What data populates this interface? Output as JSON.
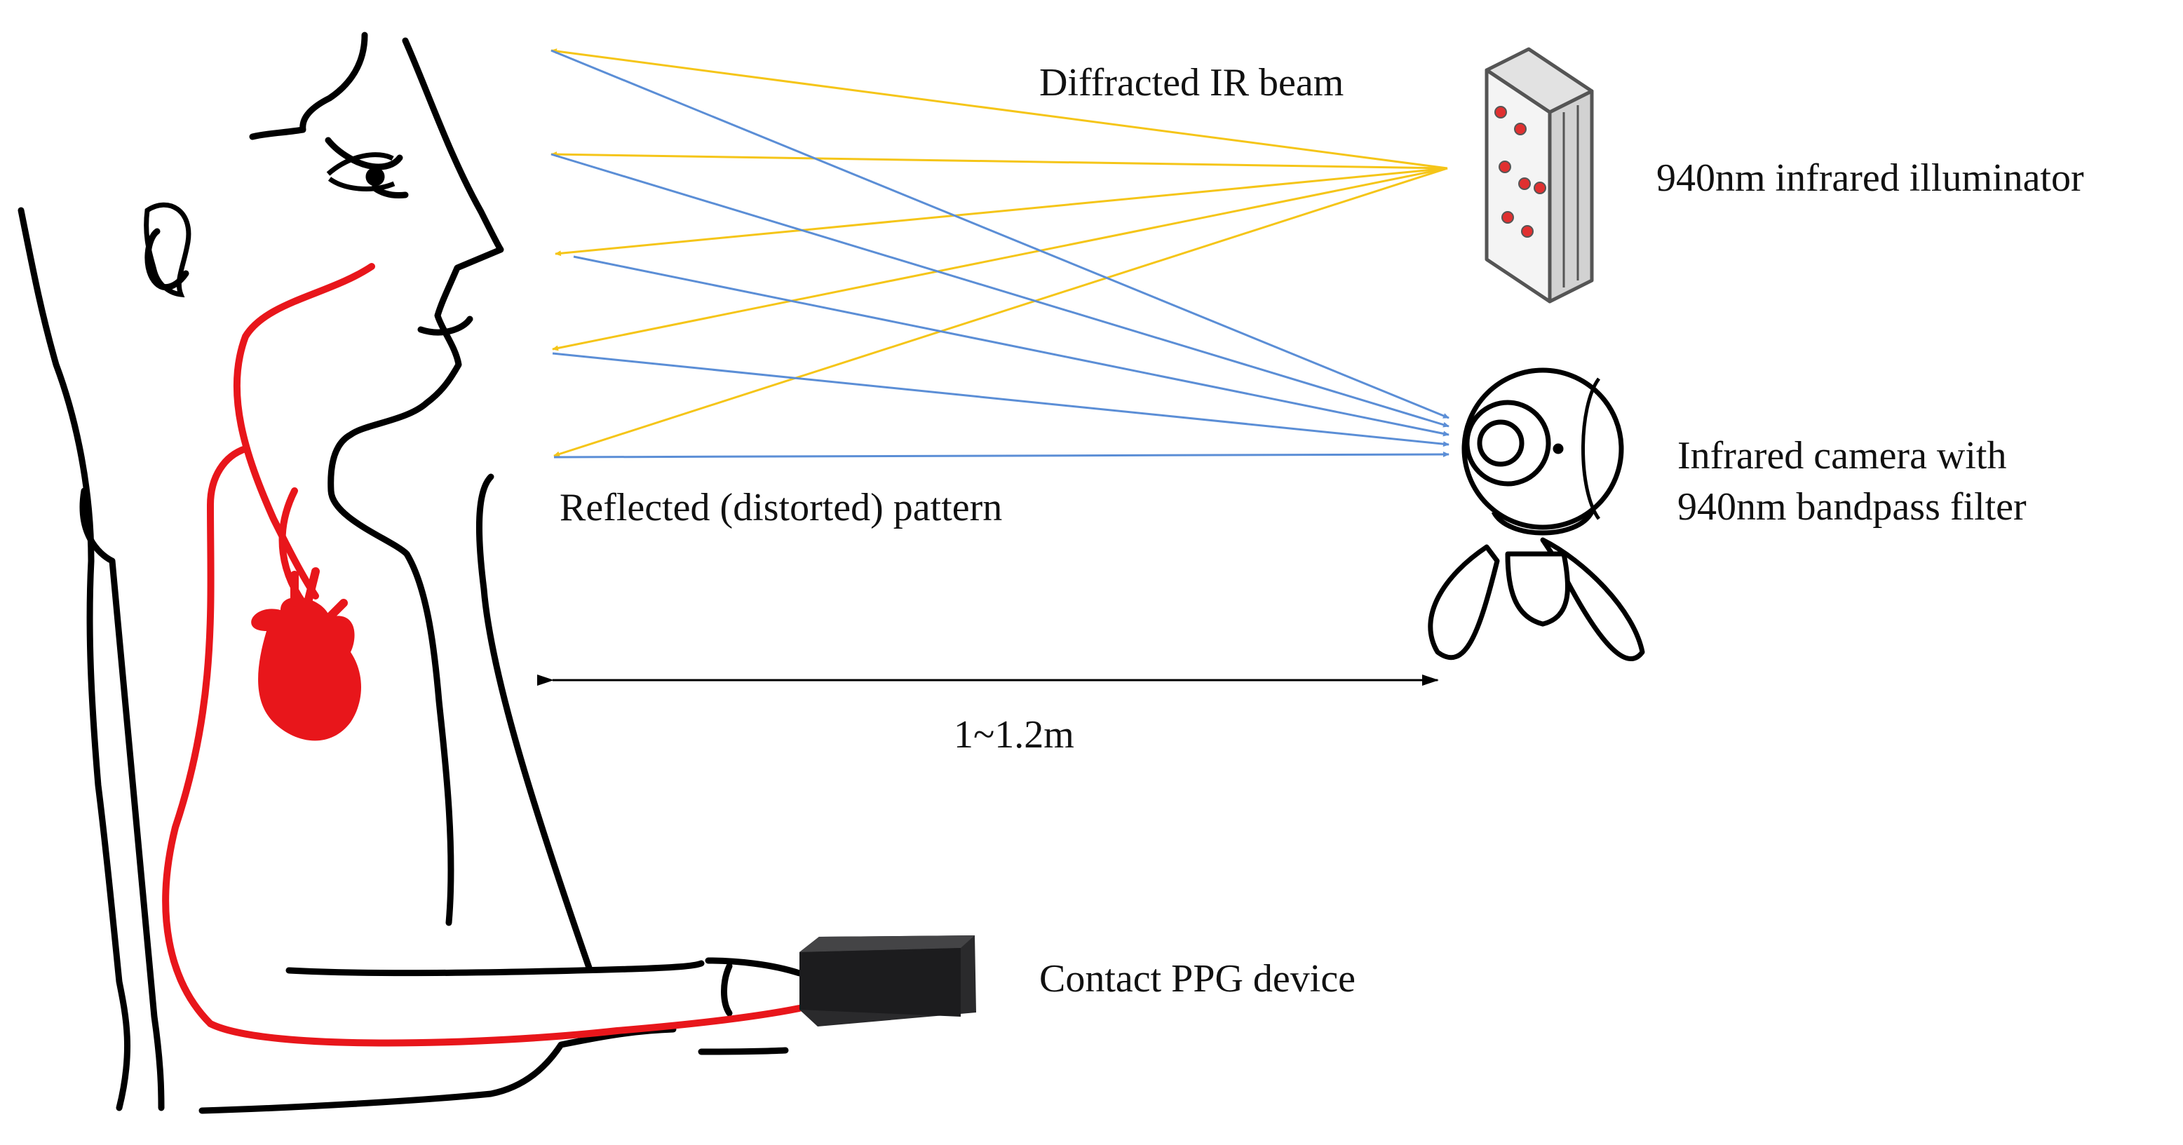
{
  "labels": {
    "diffracted_beam": "Diffracted IR beam",
    "illuminator": "940nm infrared illuminator",
    "camera_line1": "Infrared camera with",
    "camera_line2": "940nm bandpass filter",
    "reflected_pattern": "Reflected (distorted) pattern",
    "distance": "1~1.2m",
    "ppg_device": "Contact PPG device"
  },
  "colors": {
    "diffracted_beam": "#f5c518",
    "reflected_beam": "#5b8ed6",
    "blood_vessel": "#e8161b",
    "outline": "#000000",
    "illuminator_dot": "#e03030"
  },
  "icons": [
    "person-outline",
    "heart-icon",
    "ir-illuminator-icon",
    "camera-icon",
    "ppg-device-icon"
  ]
}
